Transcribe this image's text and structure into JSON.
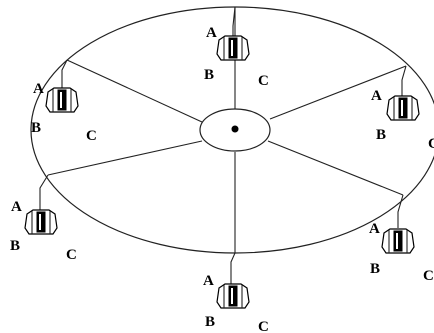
{
  "diagram": {
    "colors": {
      "line": "#222222",
      "label": "#000000",
      "background": "#ffffff"
    },
    "center_icon": "center-dot",
    "labels": {
      "a": "A",
      "b": "B",
      "c": "C"
    },
    "units": [
      {
        "id": "top"
      },
      {
        "id": "upper-left"
      },
      {
        "id": "upper-right"
      },
      {
        "id": "lower-left"
      },
      {
        "id": "lower-right"
      },
      {
        "id": "bottom"
      }
    ]
  }
}
